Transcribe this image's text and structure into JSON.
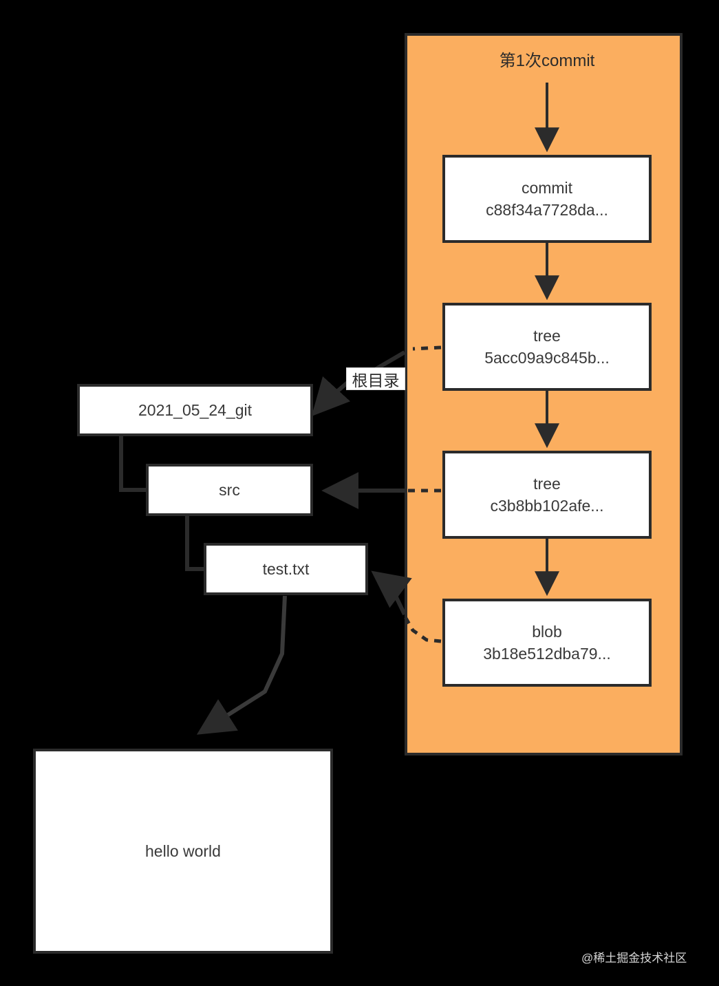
{
  "diagram": {
    "title_label": "第1次commit",
    "watermark": "@稀土掘金技术社区",
    "colors": {
      "panel_fill": "#FBAE5F",
      "stroke": "#2b2b2b",
      "node_fill": "#FFFFFF",
      "background": "#000000",
      "text": "#3a3a3a"
    }
  },
  "git_objects": [
    {
      "type": "commit",
      "hash": "c88f34a7728da..."
    },
    {
      "type": "tree",
      "hash": "5acc09a9c845b..."
    },
    {
      "type": "tree",
      "hash": "c3b8bb102afe..."
    },
    {
      "type": "blob",
      "hash": "3b18e512dba79..."
    }
  ],
  "file_tree": [
    {
      "name": "2021_05_24_git"
    },
    {
      "name": "src"
    },
    {
      "name": "test.txt"
    }
  ],
  "annotations": {
    "root_dir_label": "根目录"
  },
  "file_content": {
    "text": "hello world"
  }
}
